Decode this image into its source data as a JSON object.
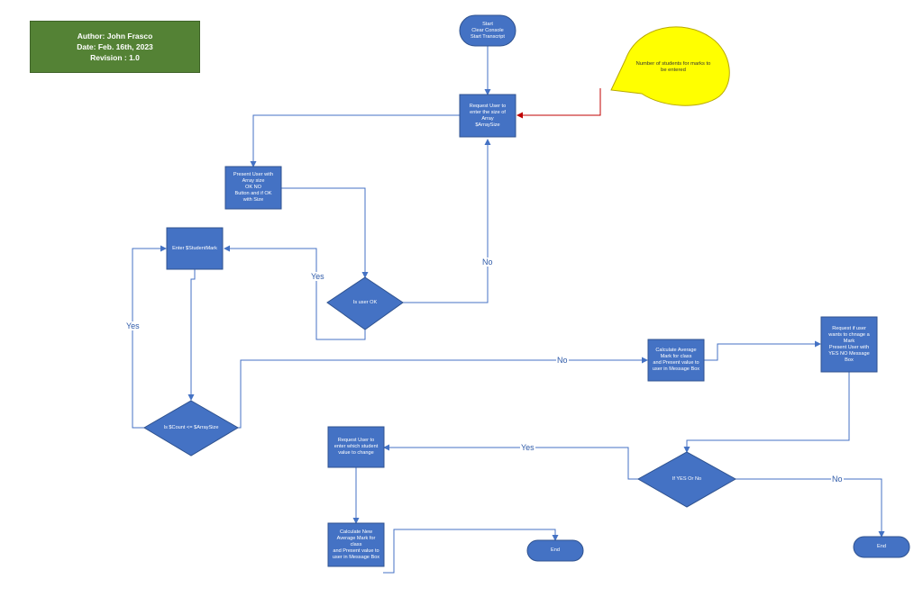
{
  "author_box": {
    "line1": "Author: John Frasco",
    "line2": "Date: Feb. 16th, 2023",
    "line3": "Revision : 1.0"
  },
  "colors": {
    "shape_fill": "#4472c4",
    "shape_border": "#2f528f",
    "connector": "#4472c4",
    "callout_fill": "#ffff00",
    "callout_link": "#c00000",
    "author_fill": "#548235"
  },
  "nodes": {
    "start": [
      "Start",
      "Clear Console",
      "Start Transcript"
    ],
    "request_size": [
      "Request User to",
      "enter the size of",
      "Array",
      "$ArraySize"
    ],
    "present_size": [
      "Present User with",
      "Array size",
      "OK NO",
      "Button and if OK",
      "with Size"
    ],
    "is_user_ok": [
      "Is user OK"
    ],
    "enter_mark": [
      "Enter $StudentMark"
    ],
    "is_count": [
      "Is $Count <= $ArraySize"
    ],
    "calc_average": [
      "Calculate Average",
      "Mark for class",
      "and Present value to",
      "user in Message Box"
    ],
    "request_change": [
      "Request if user",
      "wants to chnage a",
      "Mark",
      "Present User with",
      "YES NO Message",
      "Box"
    ],
    "if_yes_no": [
      "If YES Or No"
    ],
    "request_which": [
      "Request User to",
      "enter which student",
      "value to change"
    ],
    "calc_new": [
      "Calculate New",
      "Average Mark for",
      "class",
      "and Present value to",
      "user in Message Box"
    ],
    "end_left": [
      "End"
    ],
    "end_right": [
      "End"
    ]
  },
  "callout": {
    "text": "Number of students for marks to be entered"
  },
  "edge_labels": {
    "yes_ok": "Yes",
    "no_ok": "No",
    "yes_count": "Yes",
    "no_count": "No",
    "yes_change": "Yes",
    "no_change": "No"
  }
}
